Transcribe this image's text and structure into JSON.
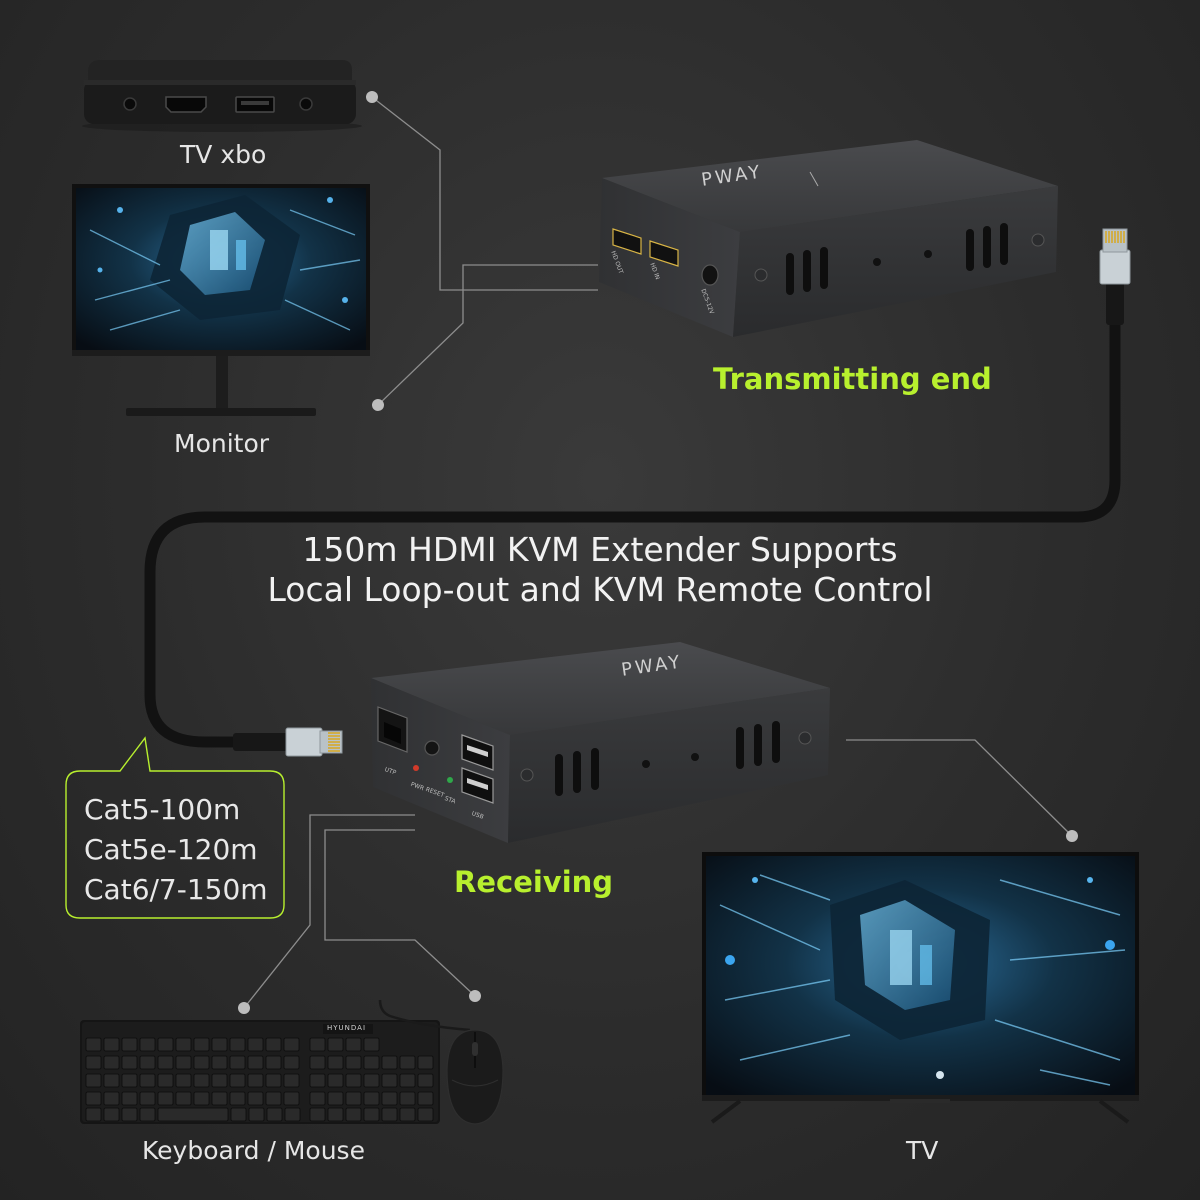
{
  "labels": {
    "tv_box": "TV xbo",
    "monitor": "Monitor",
    "keyboard_mouse": "Keyboard / Mouse",
    "tv": "TV"
  },
  "transmitter": {
    "caption": "Transmitting end",
    "brand": "PWAY",
    "port_hd_out": "HD OUT",
    "port_hd_in": "HD IN",
    "port_dc": "DC5-12V"
  },
  "receiver": {
    "caption": "Receiving",
    "brand": "PWAY",
    "port_utp": "UTP",
    "port_pwr": "PWR",
    "port_reset": "RESET",
    "port_sta": "STA",
    "port_usb": "USB"
  },
  "headline": {
    "line1": "150m HDMI KVM Extender Supports",
    "line2": "Local Loop-out and KVM Remote Control"
  },
  "cable_specs": [
    "Cat5-100m",
    "Cat5e-120m",
    "Cat6/7-150m"
  ],
  "keyboard": {
    "brand": "HYUNDAI"
  },
  "colors": {
    "accent": "#b8f02e",
    "background": "#2b2b2b",
    "text": "#e6e6e6",
    "device_body": "#3b3c3e"
  }
}
